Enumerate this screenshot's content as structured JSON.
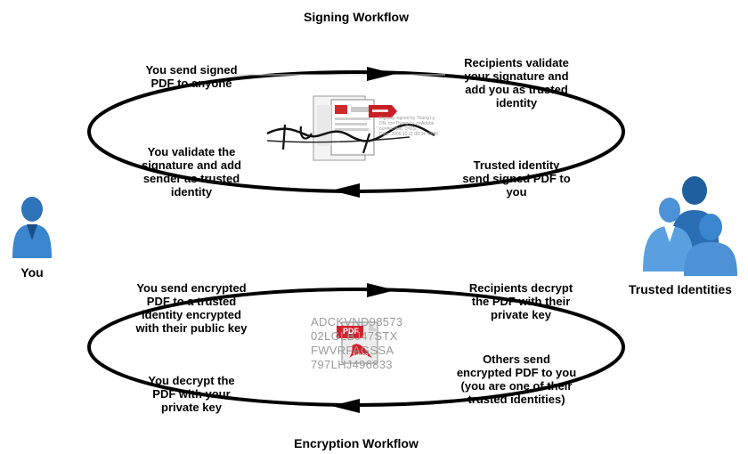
{
  "signing": {
    "title": "Signing Workflow",
    "steps": {
      "send": "You send signed\nPDF to anyone",
      "validate": "Recipients validate\nyour signature and\nadd you as trusted\nidentity",
      "trusted_send": "Trusted identity\nsend signed PDF to\nyou",
      "you_validate": "You validate the\nsignature and add\nsender as trusted\nidentity"
    },
    "signature_text": "thang ly",
    "signature_card_lines": [
      "Digitally signed by Thang Ly",
      "DN: cn=Thang Ly, o=Adobe",
      "ou=Acrobat, c=US",
      "Date: 2005.10.11 08:34 -0800"
    ]
  },
  "encryption": {
    "title": "Encryption Workflow",
    "steps": {
      "send": "You send encrypted\nPDF to a trusted\nidentity encrypted\nwith their public key",
      "decrypt": "Recipients decrypt\nthe PDF with their\nprivate key",
      "others_send": "Others send\nencrypted PDF to you\n(you are one of their\ntrusted identities)",
      "you_decrypt": "You decrypt the\nPDF with your\nprivate key"
    },
    "cipher_lines": [
      "ADCKVND98573",
      "02LGLBJ47STX",
      "FWVRFAGSSA",
      "797LHJ496833"
    ],
    "pdf_badge": "PDF",
    "adobe_label": "Adobe"
  },
  "actors": {
    "you": "You",
    "trusted": "Trusted Identities"
  },
  "colors": {
    "figure_light": "#5aa0e0",
    "figure_dark": "#1f5f9e",
    "pdf_red": "#d4202a",
    "arrow": "#000000"
  }
}
